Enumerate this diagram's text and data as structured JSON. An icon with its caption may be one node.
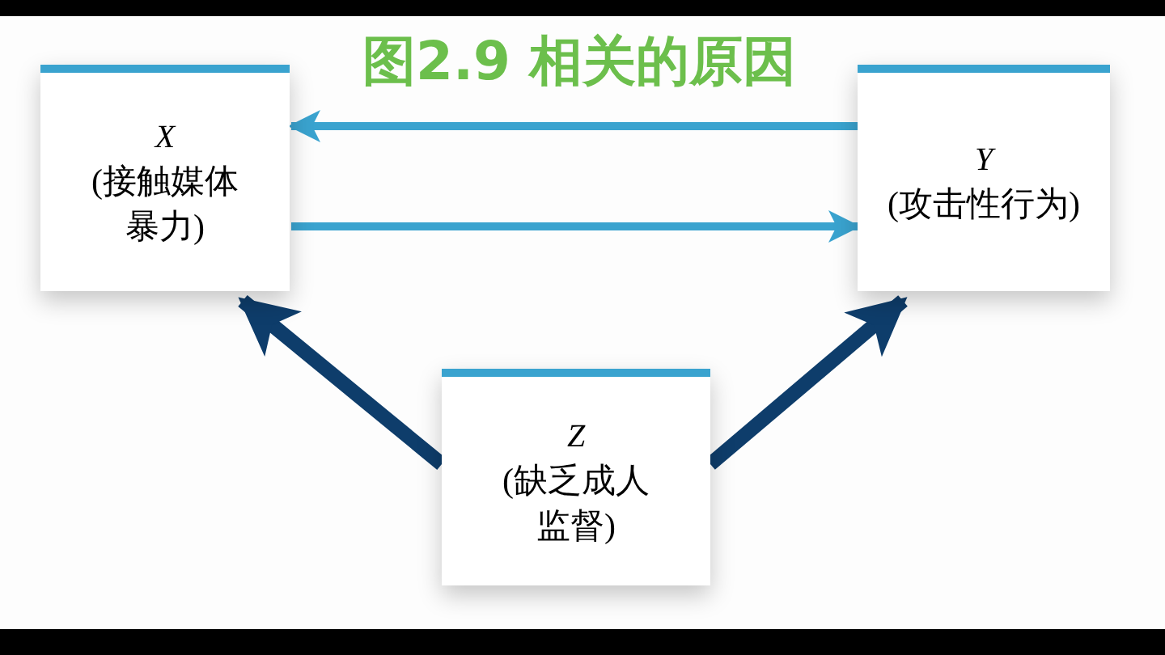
{
  "diagram": {
    "title": "图2.9 相关的原因",
    "nodes": [
      {
        "text": [
          "X",
          "(接触媒体暴力)"
        ]
      },
      {
        "text": [
          "Y",
          "(攻击性行为)"
        ]
      },
      {
        "text": [
          "Z",
          "(缺乏成人监督)"
        ]
      }
    ],
    "edges": [
      {
        "from": 1,
        "to": 0,
        "arrow": "to"
      },
      {
        "from": 0,
        "to": 1,
        "arrow": "to"
      },
      {
        "from": 2,
        "to": 0,
        "arrow": "to",
        "style": "thick",
        "color": "#0e3d6b"
      },
      {
        "from": 2,
        "to": 1,
        "arrow": "to",
        "style": "thick",
        "color": "#0e3d6b"
      }
    ]
  }
}
